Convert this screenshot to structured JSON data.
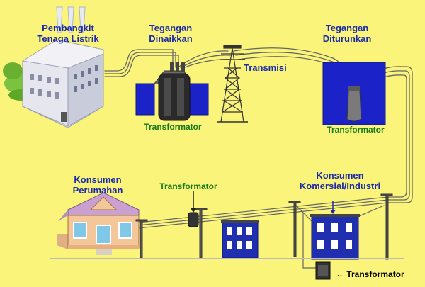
{
  "labels": {
    "plant_line1": "Pembangkit",
    "plant_line2": "Tenaga Listrik",
    "step_up_line1": "Tegangan",
    "step_up_line2": "Dinaikkan",
    "transmission": "Transmisi",
    "step_down_line1": "Tegangan",
    "step_down_line2": "Diturunkan",
    "transformer_1": "Transformator",
    "transformer_2": "Transformator",
    "residential_line1": "Konsumen",
    "residential_line2": "Perumahan",
    "transformer_pole": "Transformator",
    "commercial_line1": "Konsumen",
    "commercial_line2": "Komersial/Industri",
    "transformer_ground": "← Transformator"
  },
  "colors": {
    "background": "#fbf47a",
    "label_blue": "#1a2aa8",
    "label_green": "#157a1a",
    "transformer_fill": "#1b22c7",
    "building_blue": "#1f2fb0",
    "house_wall": "#f4c79a",
    "house_roof": "#c9a0d0"
  },
  "icons": {
    "plant": "power-plant-icon",
    "step_up": "step-up-transformer-icon",
    "tower": "transmission-tower-icon",
    "step_down": "step-down-transformer-icon",
    "house": "house-icon",
    "building": "commercial-building-icon"
  }
}
